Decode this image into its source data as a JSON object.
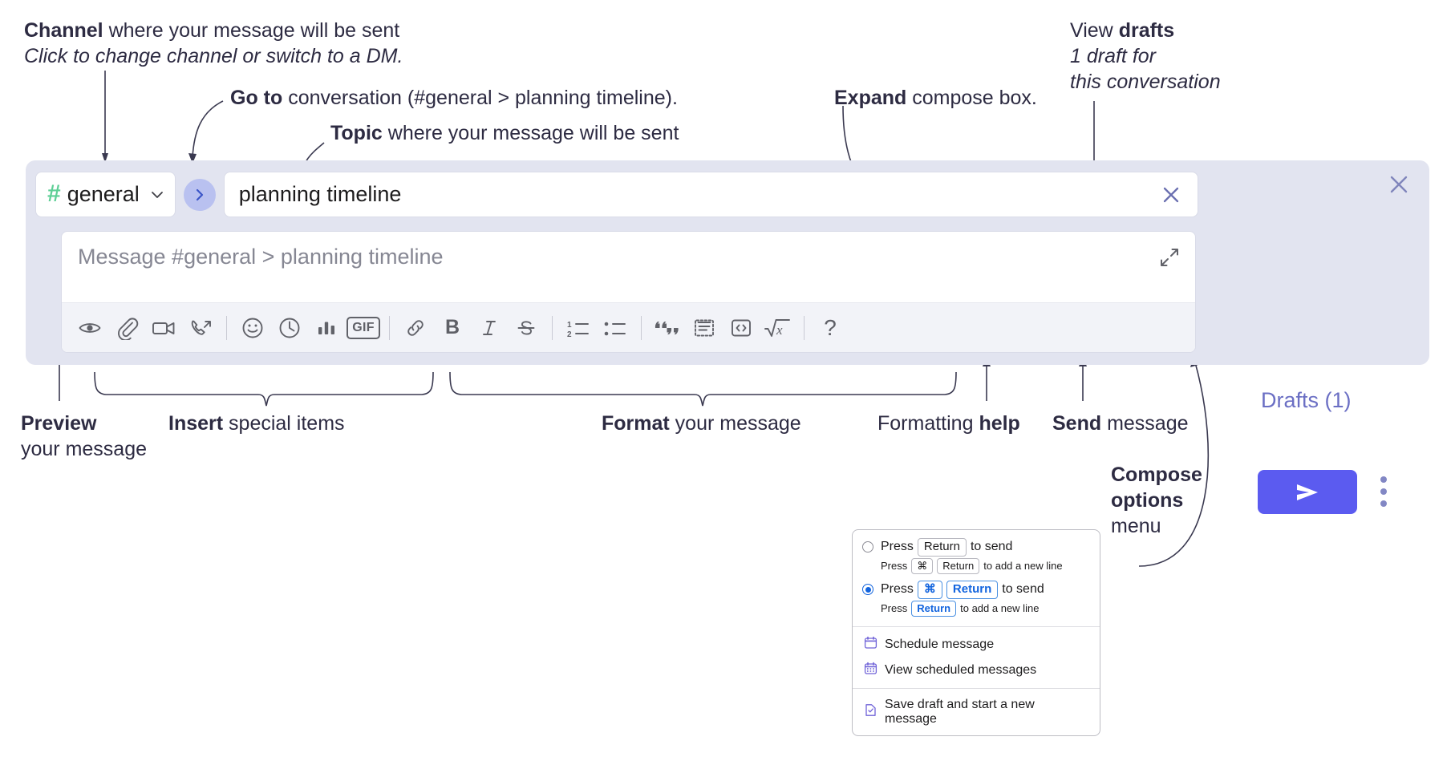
{
  "annotations": {
    "channel": {
      "bold": "Channel",
      "rest": " where your message will be sent",
      "italic": "Click to change channel or switch to a DM."
    },
    "goto": {
      "bold": "Go to",
      "rest": " conversation (#general > planning timeline)."
    },
    "topic": {
      "bold": "Topic",
      "rest": " where your message will be sent"
    },
    "expand": {
      "bold": "Expand",
      "rest": " compose box."
    },
    "drafts": {
      "bold_lead": "View ",
      "bold": "drafts",
      "italic_1": "1 draft for",
      "italic_2": "this conversation"
    },
    "preview": {
      "bold": "Preview",
      "rest": "your message"
    },
    "insert": {
      "bold": "Insert",
      "rest": " special items"
    },
    "format": {
      "bold": "Format",
      "rest": " your message"
    },
    "help": {
      "lead": "Formatting ",
      "bold": "help"
    },
    "send": {
      "bold": "Send",
      "rest": " message"
    },
    "compose": {
      "bold_1": "Compose",
      "bold_2": "options",
      "rest": "menu"
    }
  },
  "compose": {
    "channel_name": "general",
    "channel_hash": "#",
    "topic_value": "planning timeline",
    "message_placeholder": "Message #general > planning timeline",
    "drafts_label": "Drafts (1)",
    "gif_label": "GIF",
    "bold_label": "B",
    "italic_label": "I",
    "strike_label": "S",
    "help_label": "?",
    "toolbar_icons": [
      "preview-eye-icon",
      "attach-paperclip-icon",
      "video-clip-icon",
      "audio-clip-icon",
      "emoji-icon",
      "reminder-clock-icon",
      "poll-bar-chart-icon",
      "gif-icon",
      "link-icon",
      "bold-icon",
      "italic-icon",
      "strikethrough-icon",
      "ordered-list-icon",
      "bulleted-list-icon",
      "blockquote-icon",
      "code-block-icon",
      "inline-code-icon",
      "math-icon",
      "formatting-help-icon"
    ]
  },
  "menu": {
    "option_1": {
      "press": "Press",
      "key": "Return",
      "tail": "to send",
      "sub_press": "Press",
      "sub_key_1": "⌘",
      "sub_key_2": "Return",
      "sub_tail": "to add a new line",
      "selected": false
    },
    "option_2": {
      "press": "Press",
      "key_1": "⌘",
      "key_2": "Return",
      "tail": "to send",
      "sub_press": "Press",
      "sub_key": "Return",
      "sub_tail": "to add a new line",
      "selected": true
    },
    "items": [
      {
        "label": "Schedule message",
        "icon": "calendar-clock-icon"
      },
      {
        "label": "View scheduled messages",
        "icon": "calendar-grid-icon"
      },
      {
        "label": "Save draft and start a new message",
        "icon": "document-check-icon"
      }
    ]
  },
  "colors": {
    "panel_bg": "#e2e4f0",
    "send_purple": "#5b5bf0",
    "drafts_purple": "#6b6fc4",
    "hash_green": "#5ecf96",
    "goto_blue": "#b9c1f0",
    "radio_blue": "#1264de",
    "ink": "#2d2b42"
  }
}
